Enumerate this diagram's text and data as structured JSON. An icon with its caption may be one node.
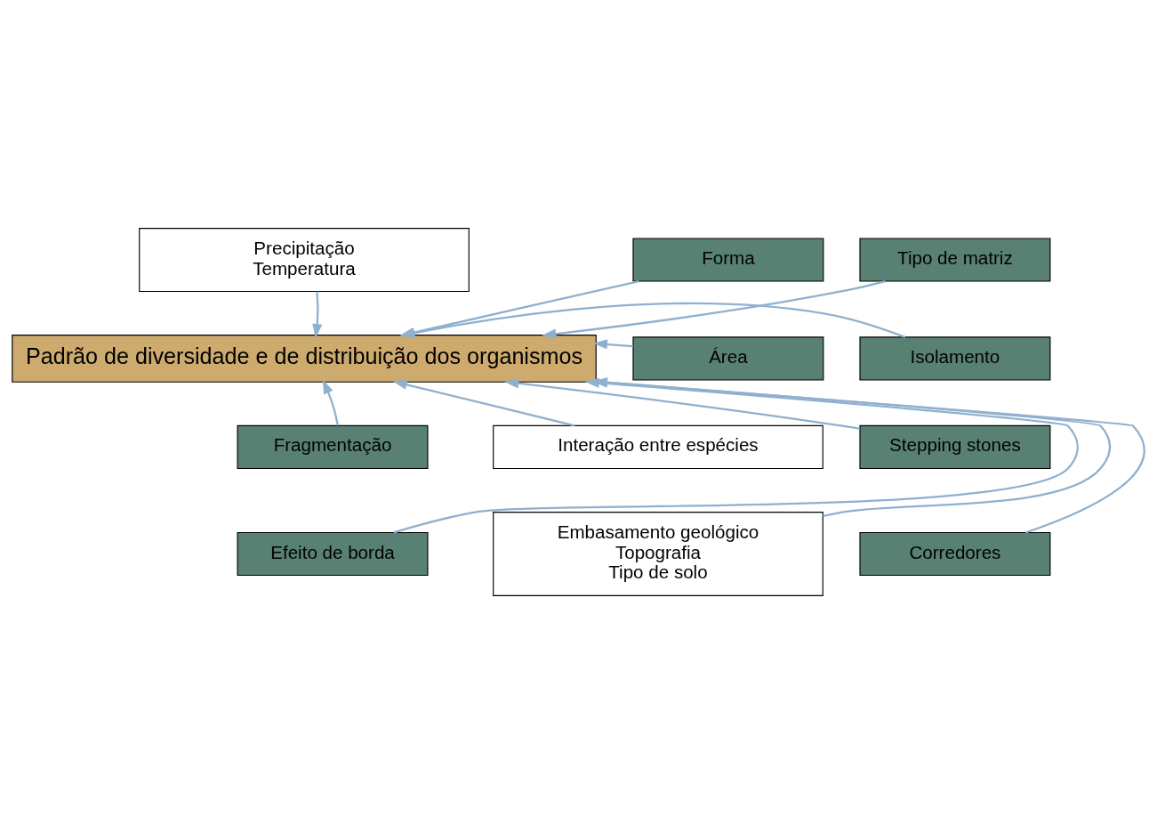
{
  "diagram": {
    "nodes": [
      {
        "text": [
          "Precipitação",
          "Temperatura"
        ]
      },
      {
        "text": [
          "Forma"
        ]
      },
      {
        "text": [
          "Tipo de matriz"
        ]
      },
      {
        "text": [
          "Padrão de diversidade e de distribuição dos organismos"
        ]
      },
      {
        "text": [
          "Área"
        ]
      },
      {
        "text": [
          "Isolamento"
        ]
      },
      {
        "text": [
          "Fragmentação"
        ]
      },
      {
        "text": [
          "Interação entre espécies"
        ]
      },
      {
        "text": [
          "Stepping stones"
        ]
      },
      {
        "text": [
          "Efeito de borda"
        ]
      },
      {
        "text": [
          "Embasamento geológico",
          "Topografia",
          "Tipo de solo"
        ]
      },
      {
        "text": [
          "Corredores"
        ]
      }
    ],
    "edges": [
      {
        "from": 1,
        "to": 3,
        "arrow": "to"
      },
      {
        "from": 0,
        "to": 3,
        "arrow": "to"
      },
      {
        "from": 2,
        "to": 3,
        "arrow": "to"
      },
      {
        "from": 4,
        "to": 3,
        "arrow": "to"
      },
      {
        "from": 5,
        "to": 3,
        "arrow": "to"
      },
      {
        "from": 6,
        "to": 3,
        "arrow": "to"
      },
      {
        "from": 9,
        "to": 3,
        "arrow": "to"
      },
      {
        "from": 7,
        "to": 3,
        "arrow": "to"
      },
      {
        "from": 10,
        "to": 3,
        "arrow": "to"
      },
      {
        "from": 8,
        "to": 3,
        "arrow": "to"
      },
      {
        "from": 11,
        "to": 3,
        "arrow": "to"
      }
    ]
  }
}
